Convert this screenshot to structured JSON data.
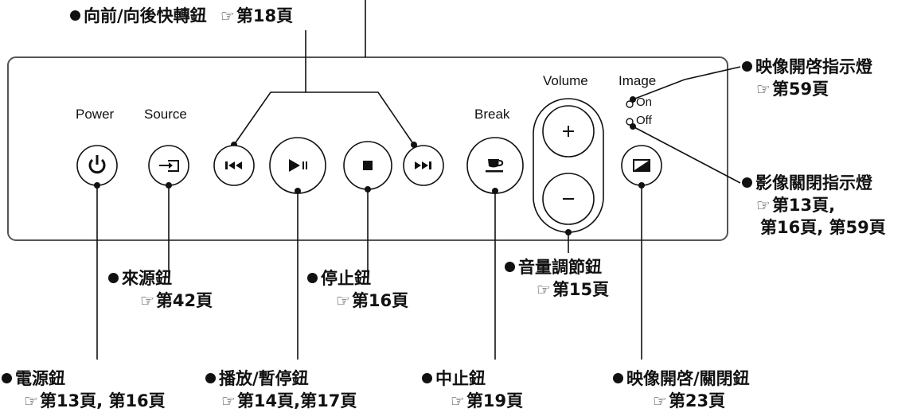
{
  "panel_labels": {
    "power": "Power",
    "source": "Source",
    "break": "Break",
    "volume": "Volume",
    "image": "Image",
    "image_on": "On",
    "image_off": "Off"
  },
  "icons": {
    "power": "power-icon",
    "source": "source-input-icon",
    "prev": "skip-back-icon",
    "play_pause": "play-pause-icon",
    "stop": "stop-icon",
    "next": "skip-forward-icon",
    "break": "coffee-cup-icon",
    "volume_up": "plus-icon",
    "volume_down": "minus-icon",
    "image": "image-toggle-icon",
    "reference": "pointing-hand-icon"
  },
  "callouts": {
    "skip": {
      "title": "向前/向後快轉鈕",
      "ref": "第18頁"
    },
    "image_on_led": {
      "title": "映像開啓指示燈",
      "ref": "第59頁"
    },
    "image_off_led": {
      "title": "影像關閉指示燈",
      "ref": "第13頁,",
      "ref2": "第16頁, 第59頁"
    },
    "source": {
      "title": "來源鈕",
      "ref": "第42頁"
    },
    "stop": {
      "title": "停止鈕",
      "ref": "第16頁"
    },
    "volume": {
      "title": "音量調節鈕",
      "ref": "第15頁"
    },
    "power": {
      "title": "電源鈕",
      "ref": "第13頁, 第16頁"
    },
    "play_pause": {
      "title": "播放/暫停鈕",
      "ref": "第14頁,第17頁"
    },
    "break": {
      "title": "中止鈕",
      "ref": "第19頁"
    },
    "image": {
      "title": "映像開啓/關閉鈕",
      "ref": "第23頁"
    }
  }
}
